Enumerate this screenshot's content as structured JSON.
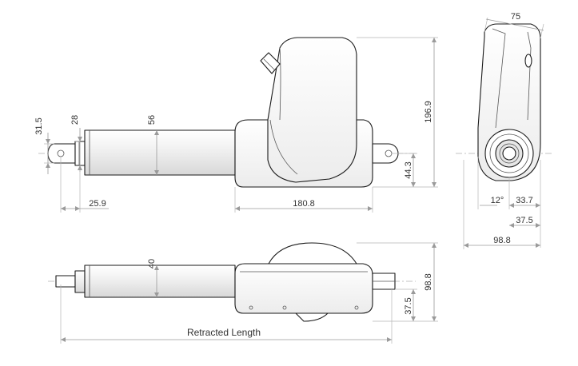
{
  "dimensions": {
    "rod_end_offset": "31.5",
    "rod_diameter": "28",
    "tube_diameter": "56",
    "total_height": "196.9",
    "rear_offset": "44.3",
    "rod_stub_length": "25.9",
    "housing_length": "180.8",
    "top_depth": "75",
    "angle": "12°",
    "side_offset_a": "33.7",
    "side_offset_b": "37.5",
    "side_width": "98.8",
    "plan_tube_diameter": "40",
    "plan_height": "98.8",
    "plan_offset": "37.5"
  },
  "labels": {
    "retracted_length": "Retracted Length"
  }
}
